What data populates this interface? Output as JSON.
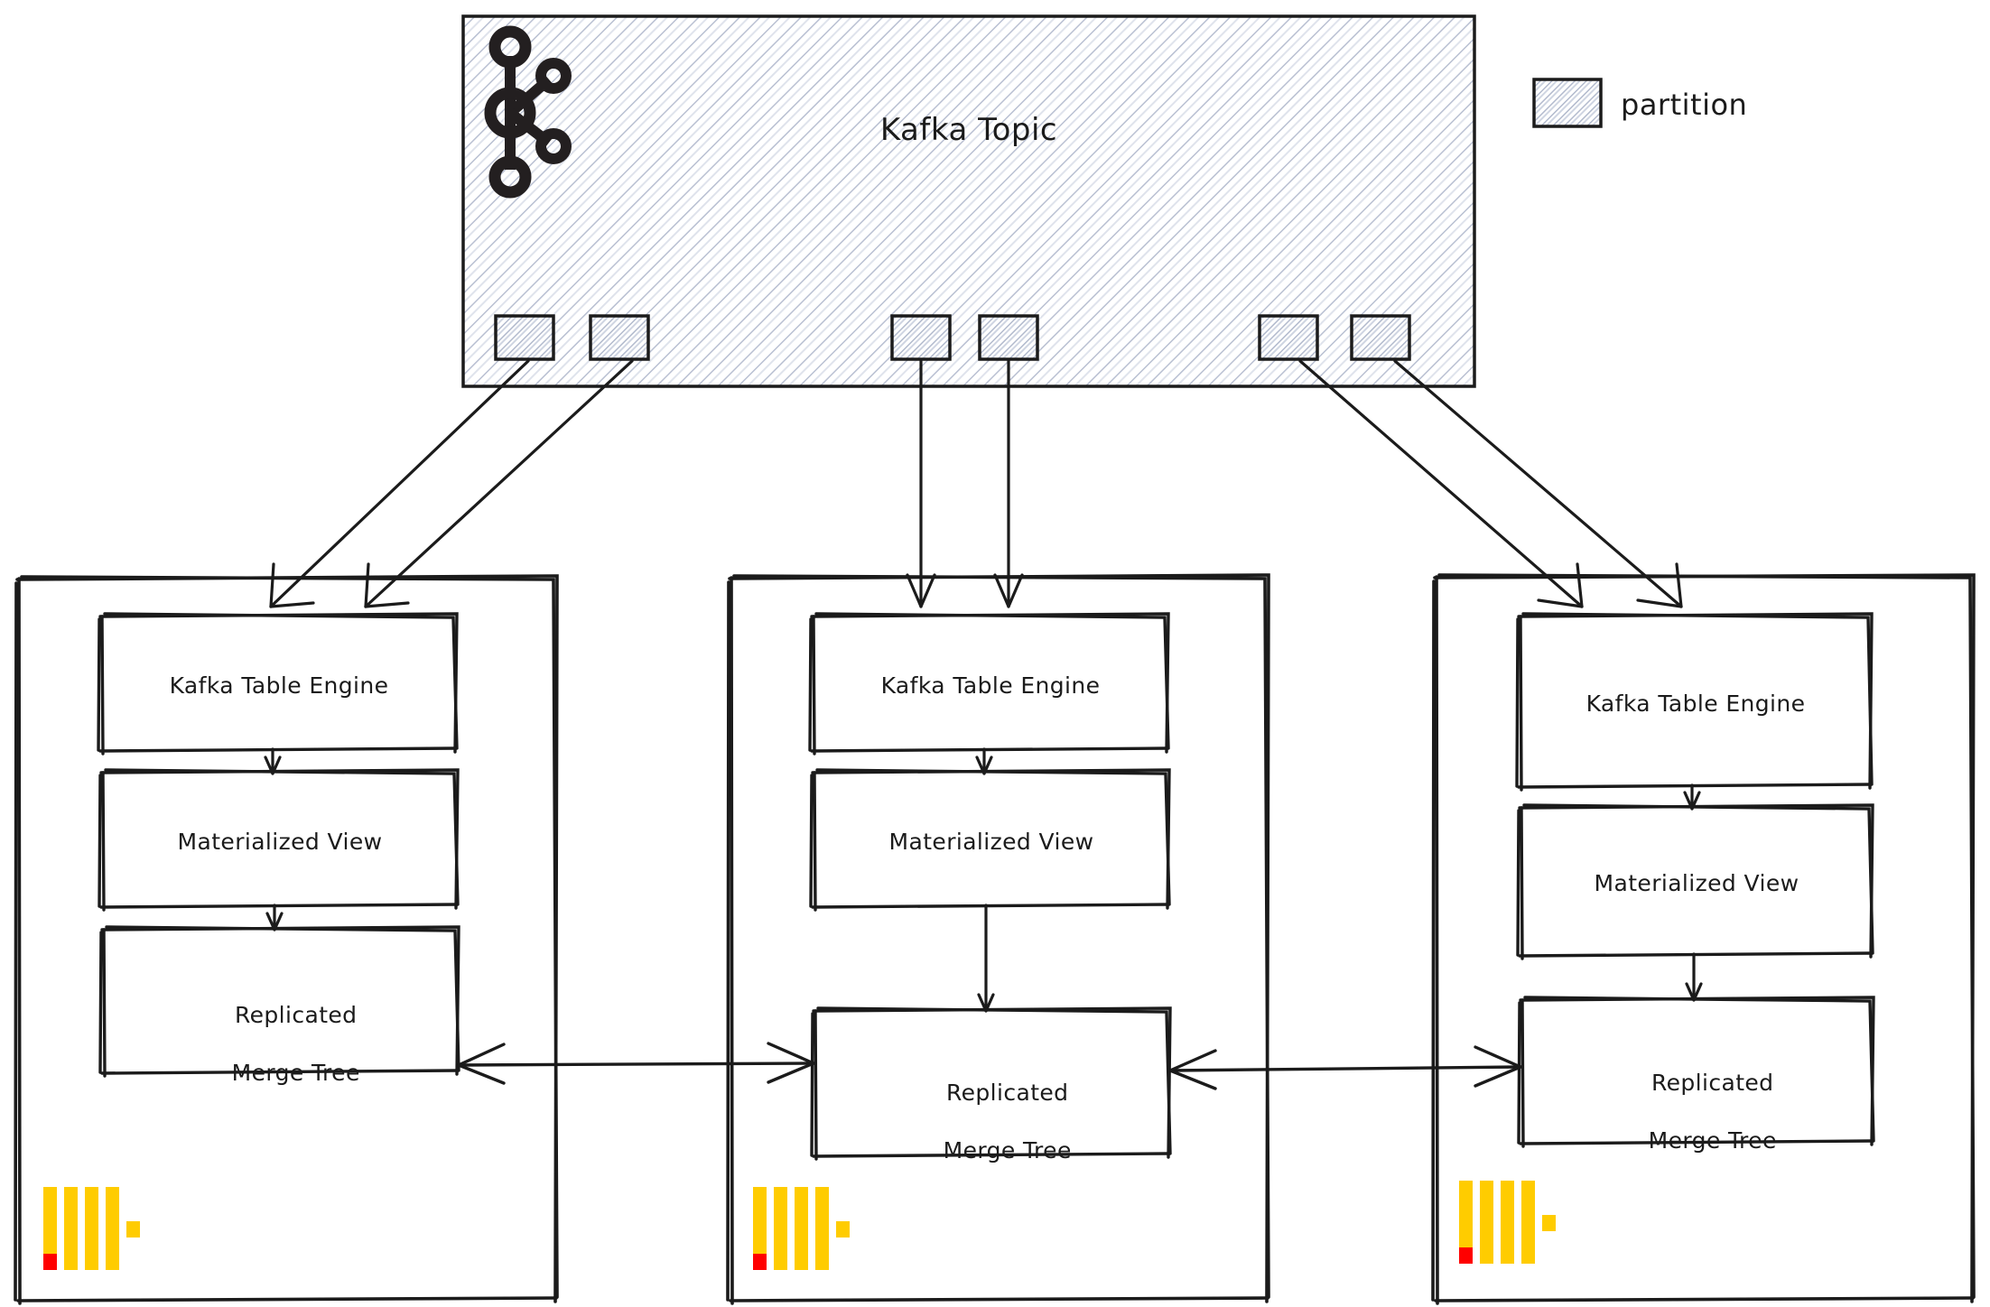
{
  "diagram": {
    "title": "Kafka Topic to ClickHouse replicas",
    "topic": {
      "label": "Kafka Topic",
      "icon": "kafka-logo-icon",
      "fill_pattern": "crosshatch",
      "partition_count": 6
    },
    "legend": {
      "swatch_pattern": "crosshatch",
      "label": "partition"
    },
    "nodes": [
      {
        "id": "node-1",
        "logo": "clickhouse-logo-icon",
        "boxes": [
          {
            "id": "kafka-table-engine",
            "label": "Kafka Table Engine"
          },
          {
            "id": "materialized-view",
            "label": "Materialized View"
          },
          {
            "id": "replicated-merge-tree",
            "label": "Replicated\nMerge Tree",
            "line1": "Replicated",
            "line2": "Merge Tree"
          }
        ]
      },
      {
        "id": "node-2",
        "logo": "clickhouse-logo-icon",
        "boxes": [
          {
            "id": "kafka-table-engine",
            "label": "Kafka Table Engine"
          },
          {
            "id": "materialized-view",
            "label": "Materialized View"
          },
          {
            "id": "replicated-merge-tree",
            "label": "Replicated\nMerge Tree",
            "line1": "Replicated",
            "line2": "Merge Tree"
          }
        ]
      },
      {
        "id": "node-3",
        "logo": "clickhouse-logo-icon",
        "boxes": [
          {
            "id": "kafka-table-engine",
            "label": "Kafka Table Engine"
          },
          {
            "id": "materialized-view",
            "label": "Materialized View"
          },
          {
            "id": "replicated-merge-tree",
            "label": "Replicated\nMerge Tree",
            "line1": "Replicated",
            "line2": "Merge Tree"
          }
        ]
      }
    ],
    "colors": {
      "stroke": "#1b1b1b",
      "background": "#ffffff",
      "hatch": "#b6bdd0",
      "clickhouse_yellow": "#FFCC00",
      "clickhouse_red": "#FF0000"
    },
    "connections": {
      "partition_to_node": 6,
      "internal_flow": "Kafka Table Engine -> Materialized View -> Replicated Merge Tree",
      "replication": "bidirectional between Replicated Merge Tree boxes"
    }
  }
}
